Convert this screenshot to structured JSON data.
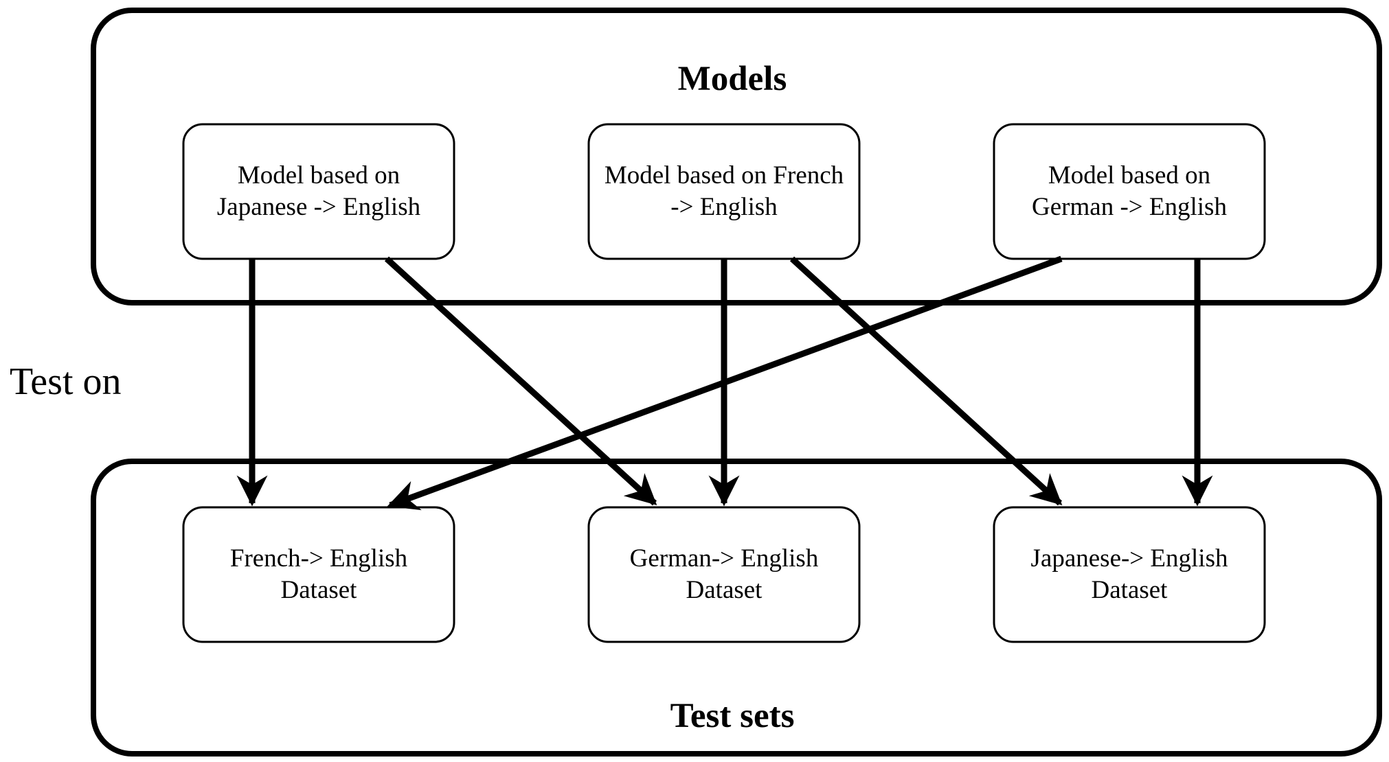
{
  "groups": {
    "models": {
      "title": "Models"
    },
    "test_sets": {
      "title": "Test sets"
    }
  },
  "side_label": "Test on",
  "models": [
    {
      "id": "ja-en-model",
      "label": "Model based on\nJapanese -> English"
    },
    {
      "id": "fr-en-model",
      "label": "Model based on French\n-> English"
    },
    {
      "id": "de-en-model",
      "label": "Model based on\nGerman -> English"
    }
  ],
  "datasets": [
    {
      "id": "fr-en-dataset",
      "label": "French-> English\nDataset"
    },
    {
      "id": "de-en-dataset",
      "label": "German-> English\nDataset"
    },
    {
      "id": "ja-en-dataset",
      "label": "Japanese-> English\nDataset"
    }
  ],
  "edges": [
    {
      "from": "ja-en-model",
      "to": "fr-en-dataset"
    },
    {
      "from": "ja-en-model",
      "to": "de-en-dataset"
    },
    {
      "from": "fr-en-model",
      "to": "de-en-dataset"
    },
    {
      "from": "fr-en-model",
      "to": "ja-en-dataset"
    },
    {
      "from": "de-en-model",
      "to": "fr-en-dataset"
    },
    {
      "from": "de-en-model",
      "to": "ja-en-dataset"
    }
  ],
  "colors": {
    "stroke": "#000000",
    "background": "#ffffff"
  }
}
